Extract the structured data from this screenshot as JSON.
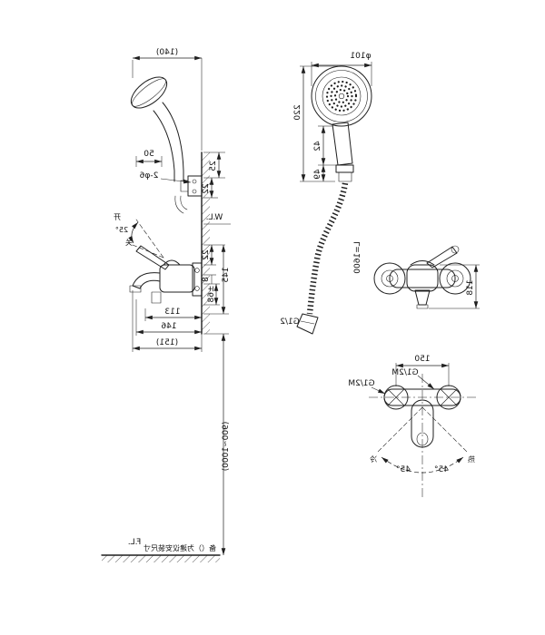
{
  "colors": {
    "ink": "#1f1f1f",
    "background": "#ffffff"
  },
  "side_view": {
    "overall_width": "(140)",
    "head_offset": "50",
    "mount_holes": "2-φ6",
    "top_gap": "25",
    "bracket_gap": "22",
    "water_line": "W.L.",
    "handle_open": "开",
    "handle_angle": "25°",
    "handle_close": "关",
    "body_gap": "22",
    "spout_height": "145",
    "gap_small": "8",
    "spout_drop": "±68",
    "depth_1": "113",
    "depth_2": "146",
    "depth_3": "(151)",
    "install_height": "(900~1000)",
    "floor_label": "F.L.",
    "note": "备（）为建议安装尺寸"
  },
  "hand_shower": {
    "head_diameter": "φ101",
    "overall_length": "220",
    "grip_length": "42",
    "fitting_length": "49",
    "hose_length": "L=1600",
    "hose_thread": "G1/2"
  },
  "front_view": {
    "height": "118"
  },
  "top_view": {
    "center_distance": "150",
    "thread_right": "G1/2M",
    "thread_left": "G1/2M",
    "swing_left_angle": "45°",
    "swing_right_angle": "45°",
    "cold_label": "冷",
    "hot_label": "热"
  }
}
